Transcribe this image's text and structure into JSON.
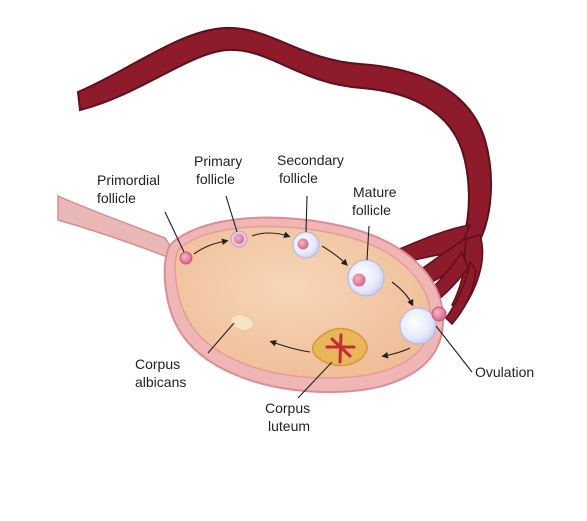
{
  "labels": {
    "primordial_1": "Primordial",
    "primordial_2": "follicle",
    "primary_1": "Primary",
    "primary_2": "follicle",
    "secondary_1": "Secondary",
    "secondary_2": "follicle",
    "mature_1": "Mature",
    "mature_2": "follicle",
    "ovulation": "Ovulation",
    "luteum_1": "Corpus",
    "luteum_2": "luteum",
    "albicans_1": "Corpus",
    "albicans_2": "albicans"
  },
  "colors": {
    "tube": "#8e1b2b",
    "tube_edge": "#5e0f1b",
    "ligament": "#eab7b7",
    "ovary_fill": "#f3c7a4",
    "ovary_rim": "#e69b9b",
    "ovary_base": "#f0b6b6",
    "follicle_pink": "#e27f9c",
    "follicle_light": "#e8ebfa",
    "luteum": "#e9b75a",
    "luteum_mark": "#c8283a",
    "text": "#231f20"
  }
}
